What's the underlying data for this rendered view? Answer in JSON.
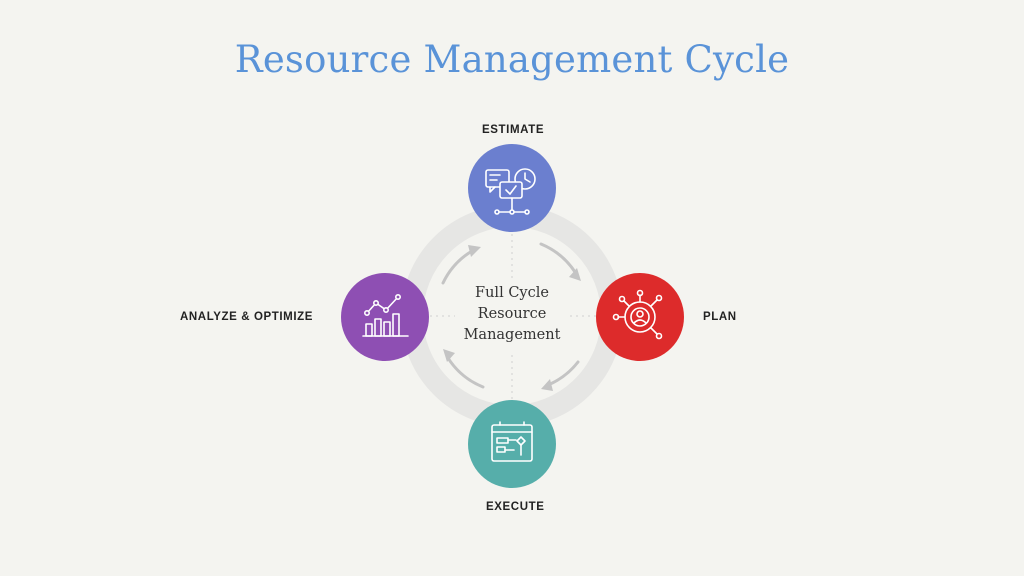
{
  "title": "Resource Management Cycle",
  "center_label": [
    "Full Cycle",
    "Resource",
    "Management"
  ],
  "stages": [
    {
      "label": "ESTIMATE",
      "color": "#6b7fcf",
      "icon": "estimate-icon"
    },
    {
      "label": "PLAN",
      "color": "#dd2b2b",
      "icon": "plan-target-icon"
    },
    {
      "label": "EXECUTE",
      "color": "#56aeaa",
      "icon": "execute-board-icon"
    },
    {
      "label": "ANALYZE & OPTIMIZE",
      "color": "#8e4fb3",
      "icon": "analytics-chart-icon"
    }
  ],
  "colors": {
    "title": "#5a93d8",
    "ring": "#e6e6e4",
    "arrows": "#c4c4c4",
    "background": "#f4f4f0"
  }
}
